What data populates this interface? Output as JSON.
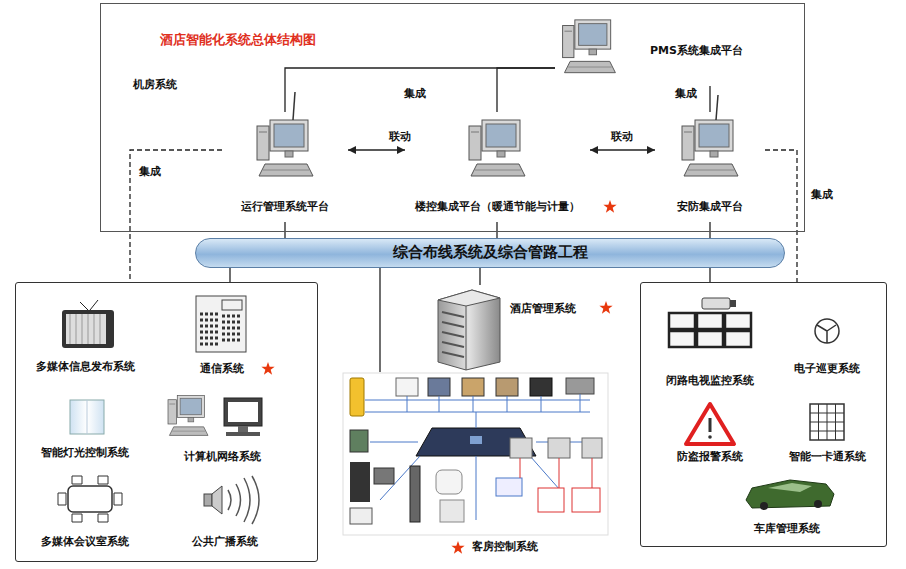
{
  "diagram": {
    "title": "酒店智能化系统总体结构图",
    "nodes": [
      {
        "text": [
          "机房系统"
        ]
      },
      {
        "text": [
          "PMS系统集成平台"
        ],
        "in": 0
      },
      {
        "text": [
          "运行管理系统平台"
        ],
        "in": 0
      },
      {
        "text": [
          "楼控集成平台（暖通节能与计量）"
        ],
        "in": 0
      },
      {
        "text": [
          "安防集成平台"
        ],
        "in": 0
      },
      {
        "text": [
          "综合布线系统及综合管路工程"
        ]
      },
      {
        "text": []
      },
      {
        "text": [
          "多媒体信息发布系统"
        ],
        "in": 6
      },
      {
        "text": [
          "通信系统"
        ],
        "in": 6
      },
      {
        "text": [
          "智能灯光控制系统"
        ],
        "in": 6
      },
      {
        "text": [
          "计算机网络系统"
        ],
        "in": 6
      },
      {
        "text": [
          "多媒体会议室系统"
        ],
        "in": 6
      },
      {
        "text": [
          "公共广播系统"
        ],
        "in": 6
      },
      {
        "text": [
          "酒店管理系统"
        ]
      },
      {
        "text": [
          "客房控制系统"
        ]
      },
      {
        "text": []
      },
      {
        "text": [
          "闭路电视监控系统"
        ],
        "in": 15
      },
      {
        "text": [
          "电子巡更系统"
        ],
        "in": 15
      },
      {
        "text": [
          "防盗报警系统"
        ],
        "in": 15
      },
      {
        "text": [
          "智能一卡通系统"
        ],
        "in": 15
      },
      {
        "text": [
          "车库管理系统"
        ],
        "in": 15
      }
    ],
    "edges": [
      {
        "from": 1,
        "to": 2,
        "label": "集成",
        "arrow": "none"
      },
      {
        "from": 1,
        "to": 3,
        "arrow": "none"
      },
      {
        "from": 1,
        "to": 4,
        "label": "集成",
        "arrow": "none"
      },
      {
        "from": 2,
        "to": 3,
        "label": "联动",
        "arrow": "both"
      },
      {
        "from": 3,
        "to": 4,
        "label": "联动",
        "arrow": "both"
      },
      {
        "from": 2,
        "to": 6,
        "label": "集成",
        "arrow": "none"
      },
      {
        "from": 4,
        "to": 15,
        "label": "集成",
        "arrow": "none"
      },
      {
        "from": 2,
        "to": 5,
        "arrow": "none"
      },
      {
        "from": 3,
        "to": 5,
        "arrow": "none"
      },
      {
        "from": 4,
        "to": 5,
        "arrow": "none"
      },
      {
        "from": 5,
        "to": 6,
        "arrow": "none"
      },
      {
        "from": 5,
        "to": 13,
        "arrow": "none"
      },
      {
        "from": 5,
        "to": 14,
        "arrow": "none"
      },
      {
        "from": 5,
        "to": 15,
        "arrow": "none"
      }
    ]
  }
}
